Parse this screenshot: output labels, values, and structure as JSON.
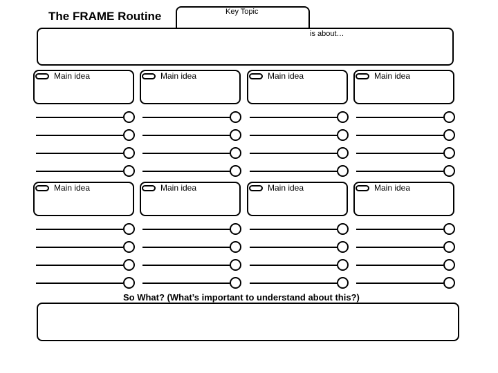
{
  "title": "The FRAME Routine",
  "key_topic": {
    "label": "Key Topic",
    "value": ""
  },
  "is_about": {
    "label": "is about…",
    "value": ""
  },
  "main_ideas": [
    {
      "label": "Main idea",
      "details": [
        "",
        "",
        "",
        ""
      ]
    },
    {
      "label": "Main idea",
      "details": [
        "",
        "",
        "",
        ""
      ]
    },
    {
      "label": "Main idea",
      "details": [
        "",
        "",
        "",
        ""
      ]
    },
    {
      "label": "Main idea",
      "details": [
        "",
        "",
        "",
        ""
      ]
    },
    {
      "label": "Main idea",
      "details": [
        "",
        "",
        "",
        ""
      ]
    },
    {
      "label": "Main idea",
      "details": [
        "",
        "",
        "",
        ""
      ]
    },
    {
      "label": "Main idea",
      "details": [
        "",
        "",
        "",
        ""
      ]
    },
    {
      "label": "Main idea",
      "details": [
        "",
        "",
        "",
        ""
      ]
    }
  ],
  "so_what": {
    "label": "So What? (What’s important to understand about this?)",
    "value": ""
  }
}
